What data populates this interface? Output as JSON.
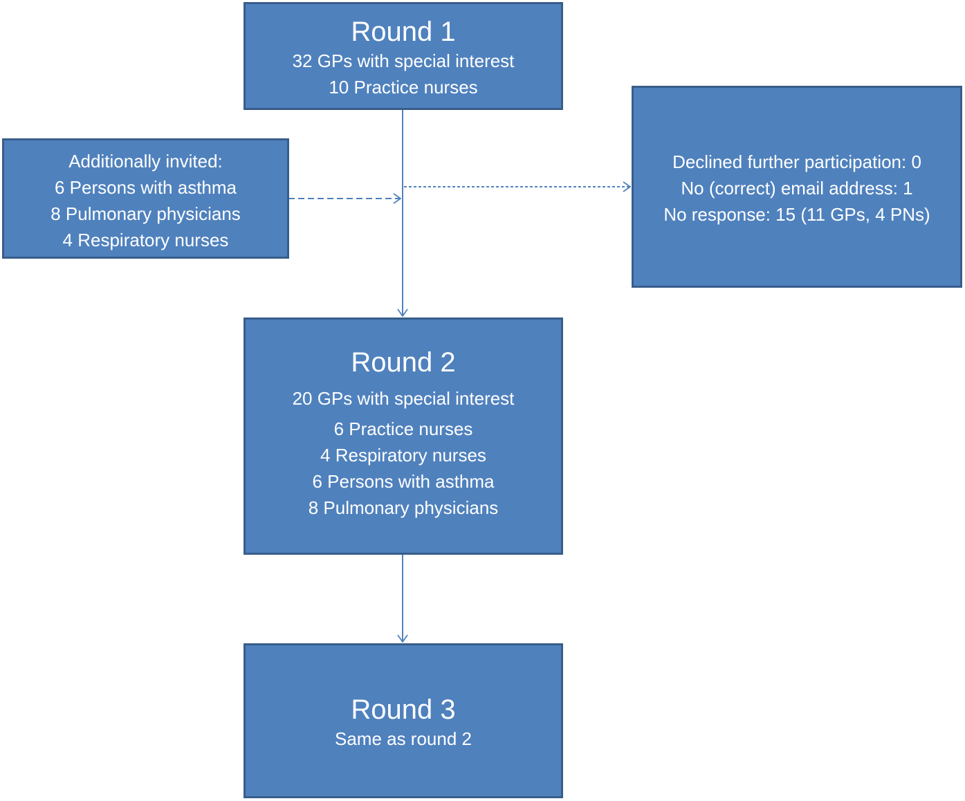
{
  "round1": {
    "title": "Round 1",
    "lines": [
      "32 GPs with special interest",
      "10 Practice nurses"
    ]
  },
  "additional": {
    "lines": [
      "Additionally invited:",
      "6 Persons with asthma",
      "8 Pulmonary  physicians",
      "4 Respiratory nurses"
    ]
  },
  "dropout": {
    "lines": [
      "Declined further  participation: 0",
      "No (correct)  email address: 1",
      "No response:  15 (11 GPs, 4 PNs)"
    ]
  },
  "round2": {
    "title": "Round 2",
    "lines": [
      "20 GPs with special interest",
      "6 Practice nurses",
      "4 Respiratory nurses",
      "6 Persons with asthma",
      "8 Pulmonary  physicians"
    ]
  },
  "round3": {
    "title": "Round 3",
    "lines": [
      "Same as round  2"
    ]
  },
  "colors": {
    "box_fill": "#4f81bd",
    "box_border": "#385d8a",
    "text": "#ffffff",
    "connector": "#4f81bd"
  }
}
